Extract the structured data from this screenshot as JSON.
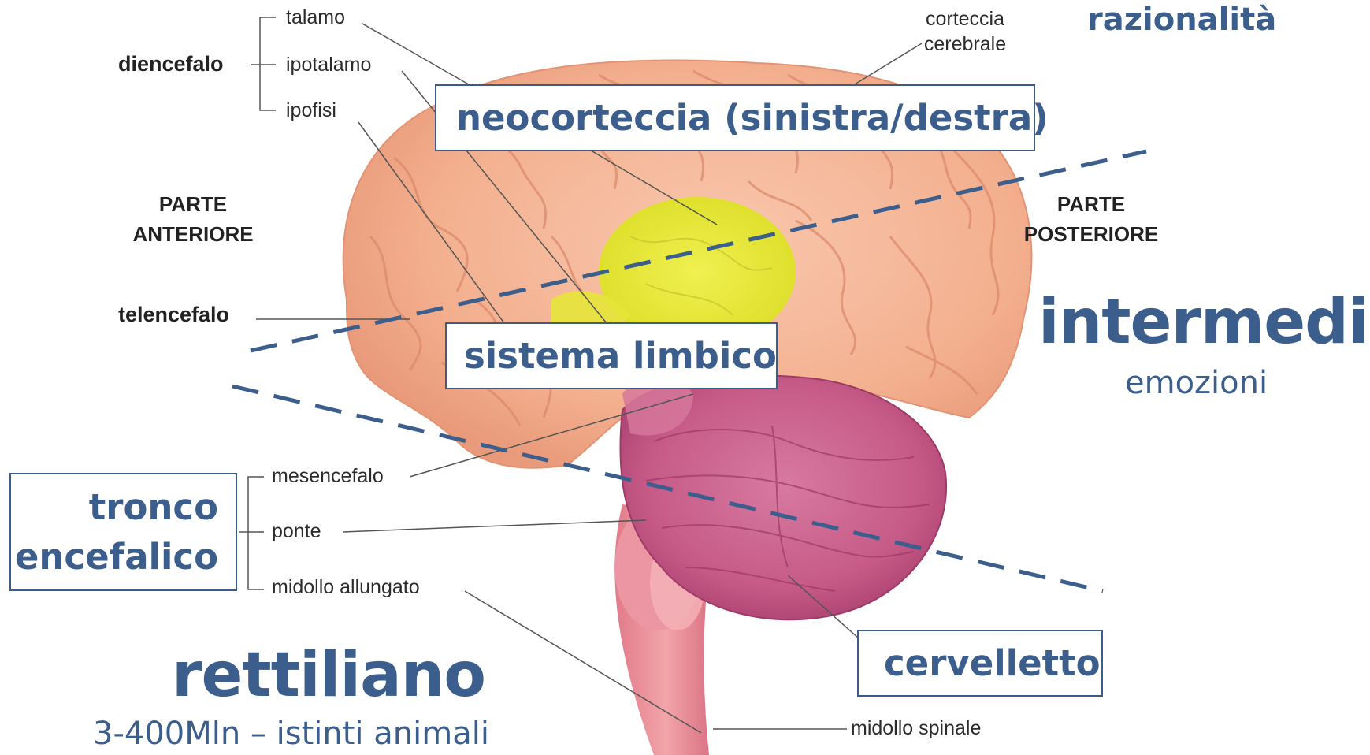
{
  "anatomy": {
    "talamo": "talamo",
    "diencefalo": "diencefalo",
    "ipotalamo": "ipotalamo",
    "ipofisi": "ipofisi",
    "corteccia_1": "corteccia",
    "corteccia_2": "cerebrale",
    "parte_anteriore_1": "PARTE",
    "parte_anteriore_2": "ANTERIORE",
    "parte_posteriore_1": "PARTE",
    "parte_posteriore_2": "POSTERIORE",
    "telencefalo": "telencefalo",
    "mesencefalo": "mesencefalo",
    "ponte": "ponte",
    "midollo_allungato": "midollo allungato",
    "midollo_spinale": "midollo spinale"
  },
  "overlays": {
    "neocorteccia": "neocorteccia (sinistra/destra)",
    "sistema_limbico": "sistema limbico",
    "tronco_1": "tronco",
    "tronco_2": "encefalico",
    "cervelletto": "cervelletto"
  },
  "levels": {
    "razionalita": "razionalità",
    "intermedio": "intermedio",
    "emozioni": "emozioni",
    "rettiliano": "rettiliano",
    "rettiliano_sub": "3-400Mln – istinti animali"
  },
  "colors": {
    "accent_blue": "#3b5e8c",
    "brain": "#f3b79a",
    "limbic": "#e8e83a",
    "cerebellum": "#c75a86"
  }
}
